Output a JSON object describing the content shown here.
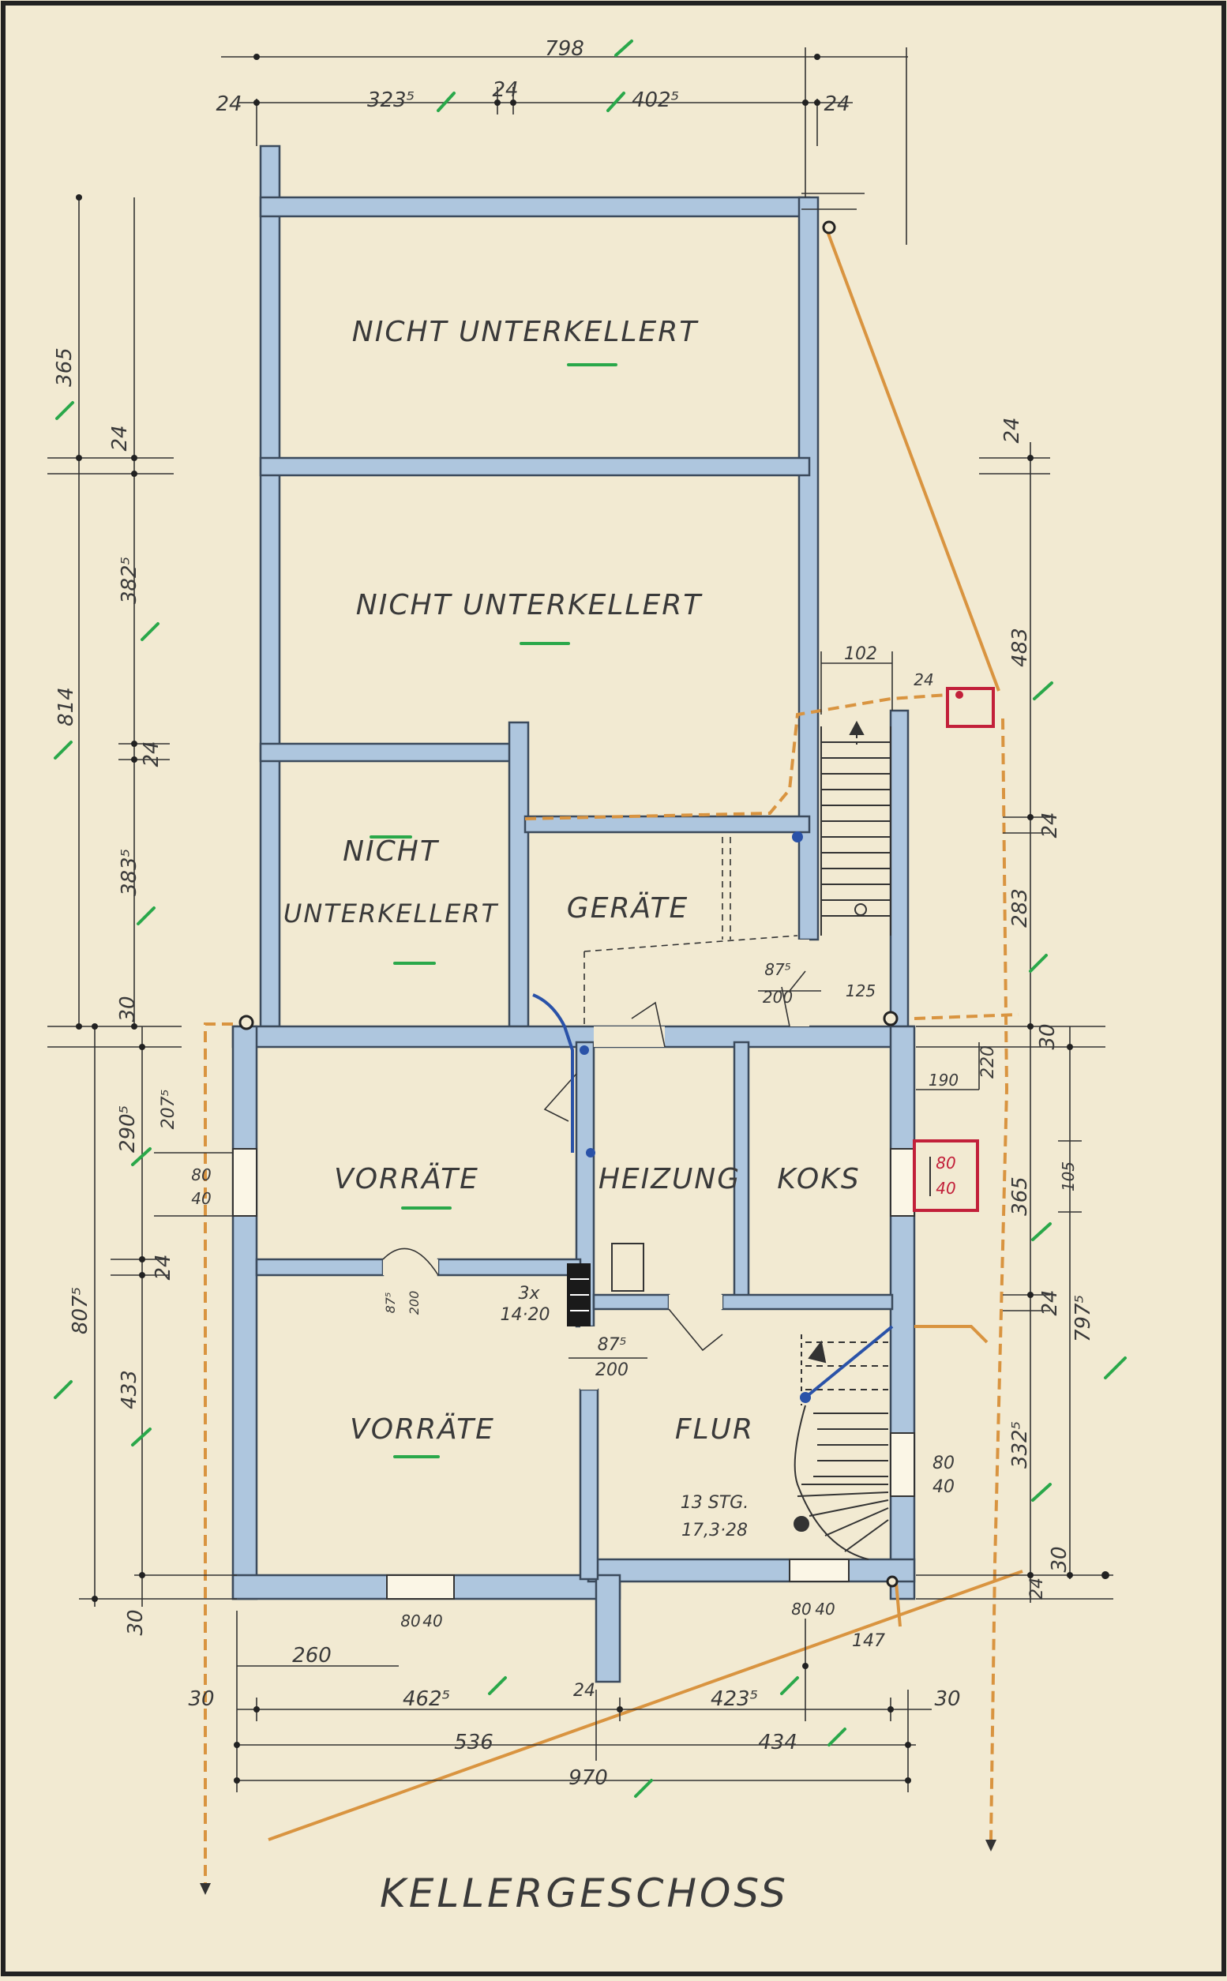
{
  "title": "KELLERGESCHOSS",
  "rooms": {
    "nicht_unterkellert_1": "NICHT UNTERKELLERT",
    "nicht_unterkellert_2": "NICHT UNTERKELLERT",
    "nicht_3a": "NICHT",
    "nicht_3b": "UNTERKELLERT",
    "geraete": "GERÄTE",
    "vorraete_1": "VORRÄTE",
    "heizung": "HEIZUNG",
    "koks": "KOKS",
    "vorraete_2": "VORRÄTE",
    "flur": "FLUR"
  },
  "dimensions": {
    "top_total": "798",
    "top_24_left": "24",
    "top_323": "323⁵",
    "top_24_mid": "24",
    "top_402": "402⁵",
    "top_24_right": "24",
    "left_365": "365",
    "left_24_a": "24",
    "left_382": "382⁵",
    "left_814": "814",
    "left_24_b": "24",
    "left_383": "383⁵",
    "left_30_a": "30",
    "left_290": "290⁵",
    "left_207": "207⁵",
    "left_807": "807⁵",
    "left_24_c": "24",
    "left_433": "433",
    "left_30_b": "30",
    "win_left_80": "80",
    "win_left_40": "40",
    "right_24_a": "24",
    "right_483": "483",
    "right_24_b": "24",
    "right_283": "283",
    "right_30": "30",
    "right_365": "365",
    "right_24_c": "24",
    "right_797": "797⁵",
    "right_332": "332⁵",
    "right_30_b": "30",
    "right_24_d": "24",
    "right_220": "220",
    "right_105": "105",
    "stair_102": "102",
    "stair_24": "24",
    "door_87_top": "87⁵",
    "door_200_top": "200",
    "door_125": "125",
    "d_190": "190",
    "chimney_80": "80",
    "chimney_40": "40",
    "vent_3x": "3x",
    "vent_14": "14·20",
    "door_87_mid": "87⁵",
    "door_200_mid": "200",
    "door_875_small": "87⁵",
    "door_200_small": "200",
    "win_flur_80": "80",
    "win_flur_40": "40",
    "stair_steps": "13 STG.",
    "stair_size": "17,3·28",
    "bottom_260": "260",
    "bottom_win_80": "80",
    "bottom_win_40": "40",
    "bottom_30_left": "30",
    "bottom_462": "462⁵",
    "bottom_24": "24",
    "bottom_423": "423⁵",
    "bottom_30_right": "30",
    "bottom_win2_80": "80",
    "bottom_win2_40": "40",
    "bottom_147": "147",
    "bottom_536": "536",
    "bottom_434": "434",
    "bottom_970": "970"
  },
  "colors": {
    "paper": "#f2ead2",
    "wall_fill": "#aec6de",
    "wall_outline": "#3b4a5c",
    "pipe_orange": "#d99440",
    "chimney_red": "#c2203a",
    "check_green": "#2aa84a",
    "pipe_blue": "#2a52a8"
  }
}
